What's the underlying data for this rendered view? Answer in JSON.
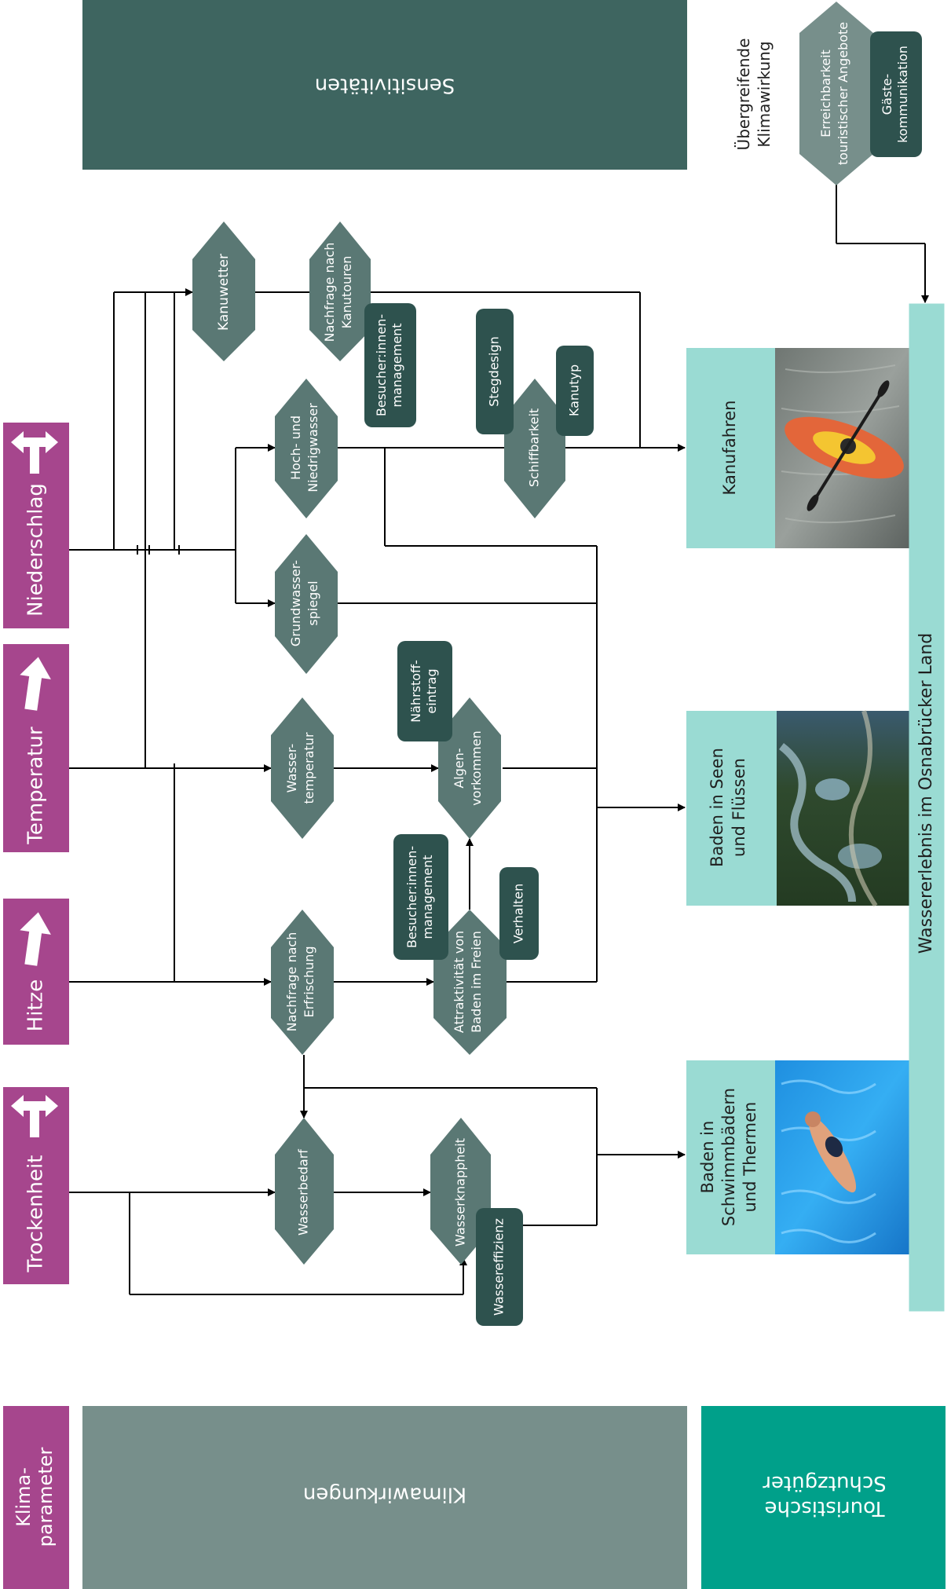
{
  "headers": {
    "sensitivities": "Sensitivitäten",
    "climate_impacts": "Klimawirkungen",
    "climate_parameters": [
      "Klima-",
      "parameter"
    ],
    "tourism_assets": [
      "Touristische",
      "Schutzgüter"
    ],
    "overarching": [
      "Übergreifende",
      "Klimawirkung"
    ]
  },
  "parameters": {
    "niederschlag": "Niederschlag",
    "temperatur": "Temperatur",
    "hitze": "Hitze",
    "trockenheit": "Trockenheit"
  },
  "impacts": {
    "kanuwetter": "Kanuwetter",
    "nachfrage_kanutouren": [
      "Nachfrage nach",
      "Kanutouren"
    ],
    "hoch_niedrigwasser": [
      "Hoch- und",
      "Niedrigwasser"
    ],
    "grundwasserspiegel": [
      "Grundwasser-",
      "spiegel"
    ],
    "wassertemperatur": [
      "Wasser-",
      "temperatur"
    ],
    "algenvorkommen": [
      "Algen-",
      "vorkommen"
    ],
    "nachfrage_erfrischung": [
      "Nachfrage nach",
      "Erfrischung"
    ],
    "attraktivitaet_baden": [
      "Attraktivität von",
      "Baden im Freien"
    ],
    "wasserbedarf": "Wasserbedarf",
    "wasserknappheit": "Wasserknappheit",
    "schiffbarkeit": "Schiffbarkeit",
    "erreichbarkeit": [
      "Erreichbarkeit",
      "touristischer Angebote"
    ]
  },
  "sensitivities": {
    "besucher_management_1": [
      "Besucher:innen-",
      "management"
    ],
    "stegdesign": "Stegdesign",
    "kanutyp": "Kanutyp",
    "naehrstoffeintrag": [
      "Nährstoff-",
      "eintrag"
    ],
    "besucher_management_2": [
      "Besucher:innen-",
      "management"
    ],
    "verhalten": "Verhalten",
    "wassereffizienz": "Wassereffizienz",
    "gaestekommunikation": [
      "Gäste-",
      "kommunikation"
    ]
  },
  "assets": {
    "kanufahren": "Kanufahren",
    "baden_seen": [
      "Baden in Seen",
      "und Flüssen"
    ],
    "baden_schwimmbaeder": [
      "Baden in",
      "Schwimmbädern",
      "und Thermen"
    ],
    "wassererlebnis": "Wassererlebnis im Osnabrücker Land"
  },
  "colors": {
    "magenta": "#a6468d",
    "dark_teal": "#3e6560",
    "slate": "#778f8b",
    "bright_teal": "#00a08a",
    "light_teal": "#9adbd3",
    "hexagon": "#5a7874",
    "rounded_box": "#2e524e",
    "line": "#000000"
  },
  "icons": {
    "niederschlag": "double-arrow-icon",
    "temperatur": "up-arrow-icon",
    "hitze": "up-arrow-icon",
    "trockenheit": "double-arrow-icon"
  }
}
